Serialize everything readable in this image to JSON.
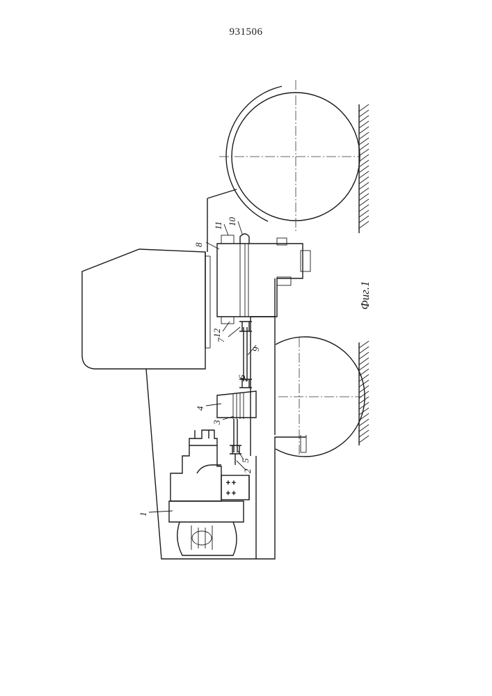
{
  "page_number": "931506",
  "figure_caption": "Фиг.1",
  "part_labels": [
    "1",
    "2",
    "3",
    "4",
    "5",
    "6",
    "7",
    "8",
    "9",
    "10",
    "11",
    "12"
  ]
}
